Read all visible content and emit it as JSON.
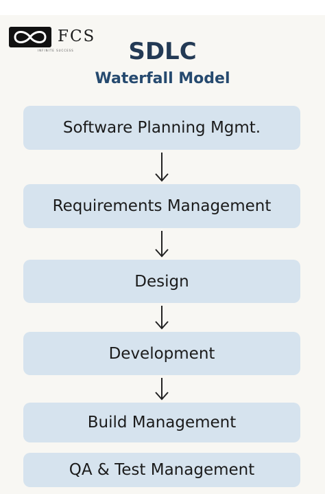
{
  "logo": {
    "text": "FCS",
    "tagline": "INFINITE SUCCESS",
    "icon": "infinity-icon"
  },
  "title": "SDLC",
  "subtitle": "Waterfall Model",
  "steps": [
    {
      "label": "Software Planning Mgmt."
    },
    {
      "label": "Requirements Management"
    },
    {
      "label": "Design"
    },
    {
      "label": "Development"
    },
    {
      "label": "Build Management"
    },
    {
      "label": "QA & Test Management"
    }
  ],
  "colors": {
    "background": "#f8f7f3",
    "step_fill": "#d6e3ee",
    "title": "#233a55",
    "subtitle": "#264a6f",
    "arrow": "#222222"
  }
}
